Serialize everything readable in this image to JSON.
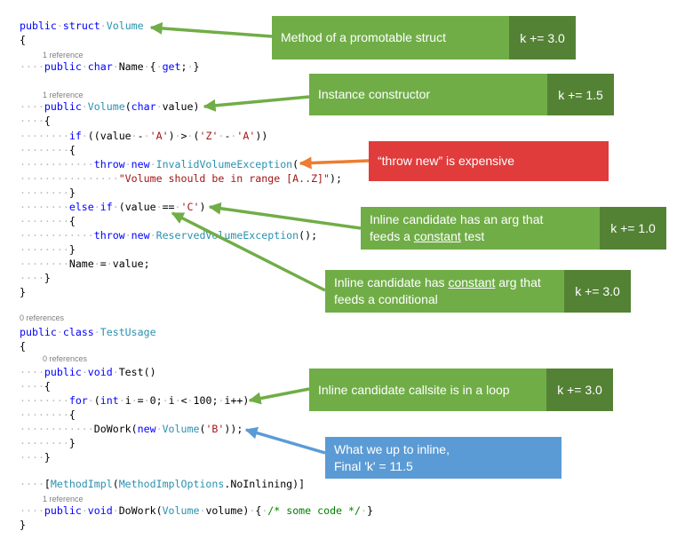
{
  "code": {
    "ref_labels": {
      "name_prop": "1 reference",
      "ctor": "1 reference",
      "class": "0 references",
      "test": "0 references",
      "dowork": "1 reference"
    },
    "tokens": {
      "kw_public": "public",
      "kw_struct": "struct",
      "kw_char": "char",
      "kw_get": "get",
      "kw_if": "if",
      "kw_throw": "throw",
      "kw_new": "new",
      "kw_else": "else",
      "kw_class": "class",
      "kw_void": "void",
      "kw_for": "for",
      "kw_int": "int",
      "ty_volume": "Volume",
      "ty_invalid": "InvalidVolumeException",
      "ty_reserved": "ReservedVolumeException",
      "ty_testusage": "TestUsage",
      "ty_methodimpl": "MethodImpl",
      "ty_methodimplopts": "MethodImplOptions",
      "str_a": "'A'",
      "str_z": "'Z'",
      "str_c": "'C'",
      "str_b": "'B'",
      "str_msg": "\"Volume should be in range [A..Z]\"",
      "comment": "/* some code */",
      "id_name": "Name",
      "id_value": "value",
      "id_volume_param": "volume",
      "id_test": "Test",
      "id_i": "i",
      "id_dowork": "DoWork",
      "id_noinlining": "NoInlining",
      "num_0": "0",
      "num_100": "100",
      "op_brace_open": "{",
      "op_brace_close": "}"
    }
  },
  "annotations": [
    {
      "id": "promotable",
      "line1": "Method of a promotable struct",
      "k": "k  += 3.0",
      "color": "#70ad47"
    },
    {
      "id": "ctor",
      "line1": "Instance constructor",
      "k": "k  += 1.5",
      "color": "#70ad47"
    },
    {
      "id": "throw",
      "line1": "“throw new” is expensive",
      "color": "#e03c3c"
    },
    {
      "id": "const-test",
      "line1": "Inline candidate has an arg that",
      "line2_pre": "feeds a ",
      "line2_u": "constant",
      "line2_post": " test",
      "k": "k  += 1.0",
      "color": "#70ad47"
    },
    {
      "id": "const-arg",
      "line1_pre": "Inline candidate has ",
      "line1_u": "constant",
      "line1_post": " arg that",
      "line2": "feeds a conditional",
      "k": "k  += 3.0",
      "color": "#70ad47"
    },
    {
      "id": "loop",
      "line1": "Inline candidate callsite is in a loop",
      "k": "k  += 3.0",
      "color": "#70ad47"
    },
    {
      "id": "final",
      "line1": "What we up to inline,",
      "line2": "Final 'k' = 11.5",
      "color": "#5b9bd5"
    }
  ]
}
